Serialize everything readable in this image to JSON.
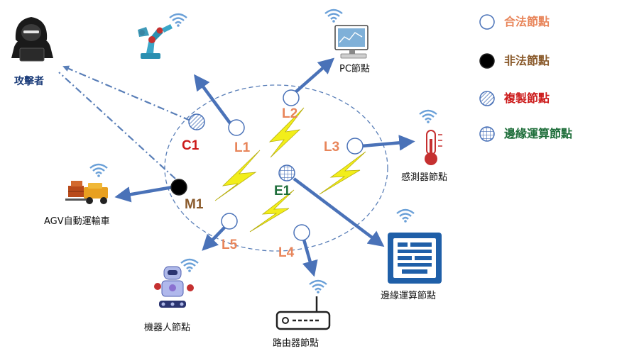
{
  "colors": {
    "legit": "#e8855a",
    "illegal": "#8a5a2b",
    "clone": "#cc1a1a",
    "edge": "#1e6e3a",
    "arrow": "#4a72b8",
    "attack": "#5a7fb8",
    "bolt": "#f2ee1a",
    "attacker_label": "#1c3d7a"
  },
  "legend": [
    {
      "label": "合法節點",
      "kind": "legit"
    },
    {
      "label": "非法節點",
      "kind": "illegal"
    },
    {
      "label": "複製節點",
      "kind": "clone"
    },
    {
      "label": "邊緣運算節點",
      "kind": "edge"
    }
  ],
  "attacker": {
    "label": "攻擊者",
    "icon": "hacker-icon"
  },
  "devices": {
    "pc": {
      "label": "PC節點",
      "icon": "monitor-icon"
    },
    "sensor": {
      "label": "感測器節點",
      "icon": "thermometer-icon"
    },
    "agv": {
      "label": "AGV自動運輸車",
      "icon": "agv-truck-icon"
    },
    "robot": {
      "label": "機器人節點",
      "icon": "robot-icon"
    },
    "router": {
      "label": "路由器節點",
      "icon": "router-icon"
    },
    "edge_server": {
      "label": "邊緣運算節點",
      "icon": "server-icon"
    },
    "arm": {
      "label": "",
      "icon": "robot-arm-icon"
    }
  },
  "nodes": {
    "C1": "C1",
    "M1": "M1",
    "E1": "E1",
    "L1": "L1",
    "L2": "L2",
    "L3": "L3",
    "L4": "L4",
    "L5": "L5"
  }
}
